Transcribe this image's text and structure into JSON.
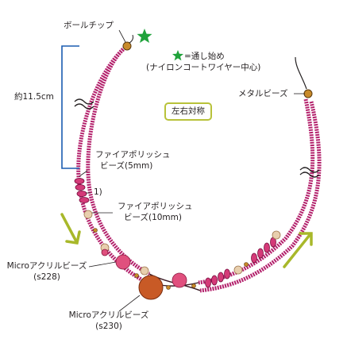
{
  "labels": {
    "ball_chip": "ボールチップ",
    "start_line1": "=通し始め",
    "start_line2": "(ナイロンコートワイヤー中心)",
    "length": "約11.5cm",
    "symmetry": "左右対称",
    "metal_beads": "メタルビーズ",
    "fire_5_line1": "ファイアポリッシュ",
    "fire_5_line2": "ビーズ(5mm)",
    "step_1": "1)",
    "fire_10_line1": "ファイアポリッシュ",
    "fire_10_line2": "ビーズ(10mm)",
    "micro_228_line1": "Microアクリルビーズ",
    "micro_228_line2": "(s228)",
    "micro_230_line1": "Microアクリルビーズ",
    "micro_230_line2": "(s230)"
  },
  "colors": {
    "beads": "#b3206b",
    "wire": "#3a1a24",
    "star": "#1fa23a",
    "bracket": "#1a5bb0",
    "arrow": "#a8b82a",
    "fire_10": "#e8cfae",
    "acrylic_228": "#e0507e",
    "acrylic_230": "#c85a26",
    "metal": "#c88a2a",
    "badge_border": "#b8c23a"
  }
}
